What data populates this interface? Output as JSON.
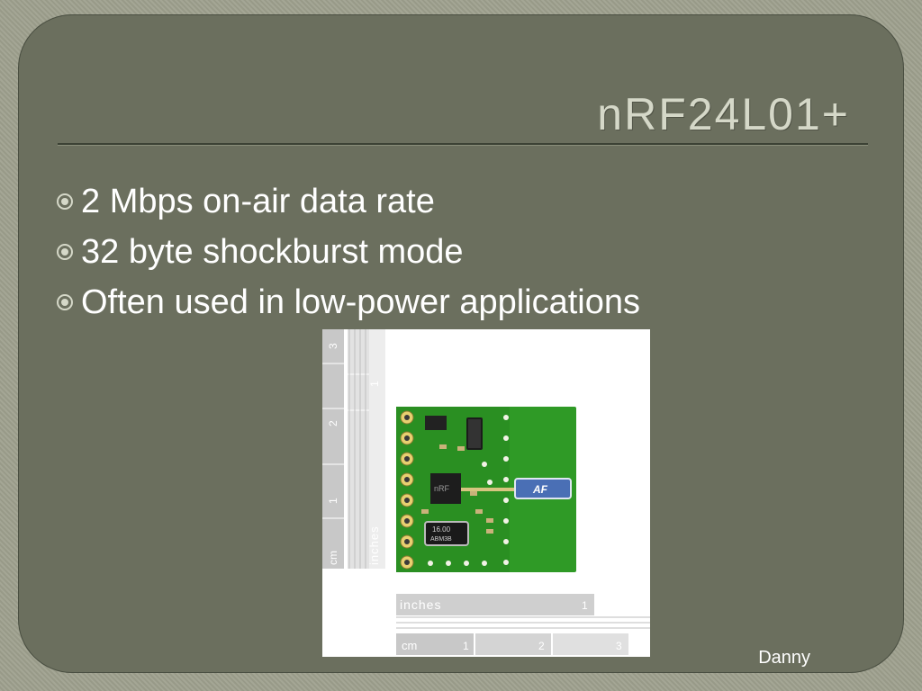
{
  "slide": {
    "title": "nRF24L01+",
    "bullets": [
      {
        "text": "2 Mbps on-air data rate",
        "icon": "circle-bullet-icon"
      },
      {
        "text": "32 byte shockburst mode",
        "icon": "circle-bullet-icon"
      },
      {
        "text": "Often used in low-power applications",
        "icon": "circle-bullet-icon"
      }
    ],
    "footer": "Danny"
  },
  "image": {
    "ruler_left": {
      "unit_cm": "cm",
      "unit_inches": "inches",
      "cm_ticks": [
        "1",
        "2",
        "3"
      ],
      "inch_ticks": [
        "1"
      ]
    },
    "ruler_bottom": {
      "unit_cm": "cm",
      "unit_inches": "inches",
      "cm_ticks": [
        "1",
        "2",
        "3"
      ],
      "inch_ticks": [
        "1"
      ]
    },
    "board": {
      "crystal_label": "16.00",
      "crystal_sub": "ABM3B",
      "antenna_label": "AF",
      "chip_label": "nRF"
    },
    "colors": {
      "pcb": "#2f9a26",
      "slide_bg": "#6b6f5e",
      "accent": "#d5d8c8"
    }
  }
}
